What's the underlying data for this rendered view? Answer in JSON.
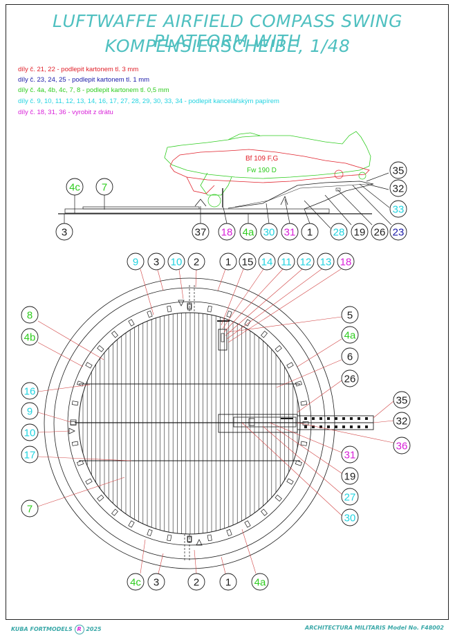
{
  "title": {
    "line1": "LUFTWAFFE AIRFIELD COMPASS SWING PLATFORM WITH",
    "line2": "KOMPENSIERSCHEIBE, 1/48"
  },
  "instructions": [
    {
      "text": "díly č. 21, 22 - podlepit kartonem tl. 3 mm",
      "color": "#e0202a"
    },
    {
      "text": "díly č. 23, 24, 25 - podlepit kartonem tl. 1 mm",
      "color": "#1a1aa8"
    },
    {
      "text": "díly č. 4a, 4b, 4c, 7, 8 - podlepit kartonem tl. 0,5 mm",
      "color": "#2ecc1e"
    },
    {
      "text": "díly č. 9, 10, 11, 12, 13, 14, 16, 17, 27, 28, 29, 30, 33, 34 - podlepit kancelářským papírem",
      "color": "#22d3e0"
    },
    {
      "text": "díly č. 18, 31, 36 - vyrobit z drátu",
      "color": "#d81fd8"
    }
  ],
  "aircraft": {
    "label1": "Bf 109 F,G",
    "label2": "Fw 190 D"
  },
  "side_labels": [
    "4c",
    "7",
    "35",
    "32",
    "33",
    "3",
    "37",
    "18",
    "4a",
    "30",
    "31",
    "1",
    "28",
    "19",
    "26",
    "23"
  ],
  "top_labels": [
    "9",
    "3",
    "10",
    "2",
    "1",
    "15",
    "14",
    "11",
    "12",
    "13",
    "18",
    "8",
    "4b",
    "5",
    "4a",
    "6",
    "26",
    "16",
    "9",
    "10",
    "35",
    "32",
    "36",
    "17",
    "31",
    "19",
    "27",
    "7",
    "30",
    "4c",
    "3",
    "2",
    "1",
    "4a"
  ],
  "footer": {
    "left": "KUBA FORTMODELS",
    "registered": "R",
    "year": "2025",
    "right": "ARCHITECTURA MILITARIS Model No. F48002"
  },
  "colors": {
    "black": "#1a1a1a",
    "cyan": "#22d3e0",
    "green": "#2ecc1e",
    "magenta": "#d81fd8",
    "navy": "#1a1aa8",
    "red": "#e0202a",
    "title": "#4fc0c0"
  }
}
